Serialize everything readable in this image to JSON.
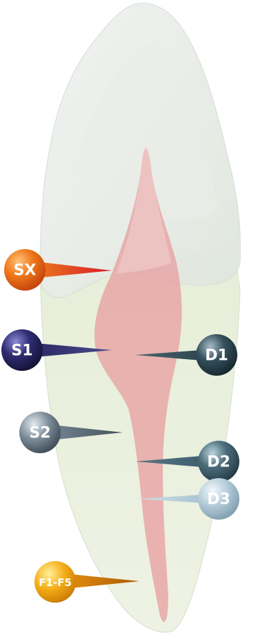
{
  "markers": {
    "sx": {
      "label": "SX",
      "color": "#e8731c"
    },
    "s1": {
      "label": "S1",
      "color": "#2c2a66"
    },
    "s2": {
      "label": "S2",
      "color": "#6f7f8c"
    },
    "f1f5": {
      "label": "F1-F5",
      "color": "#f2a516"
    },
    "d1": {
      "label": "D1",
      "color": "#2f4650"
    },
    "d2": {
      "label": "D2",
      "color": "#3f5f6e"
    },
    "d3": {
      "label": "D3",
      "color": "#a9c4d2"
    }
  }
}
